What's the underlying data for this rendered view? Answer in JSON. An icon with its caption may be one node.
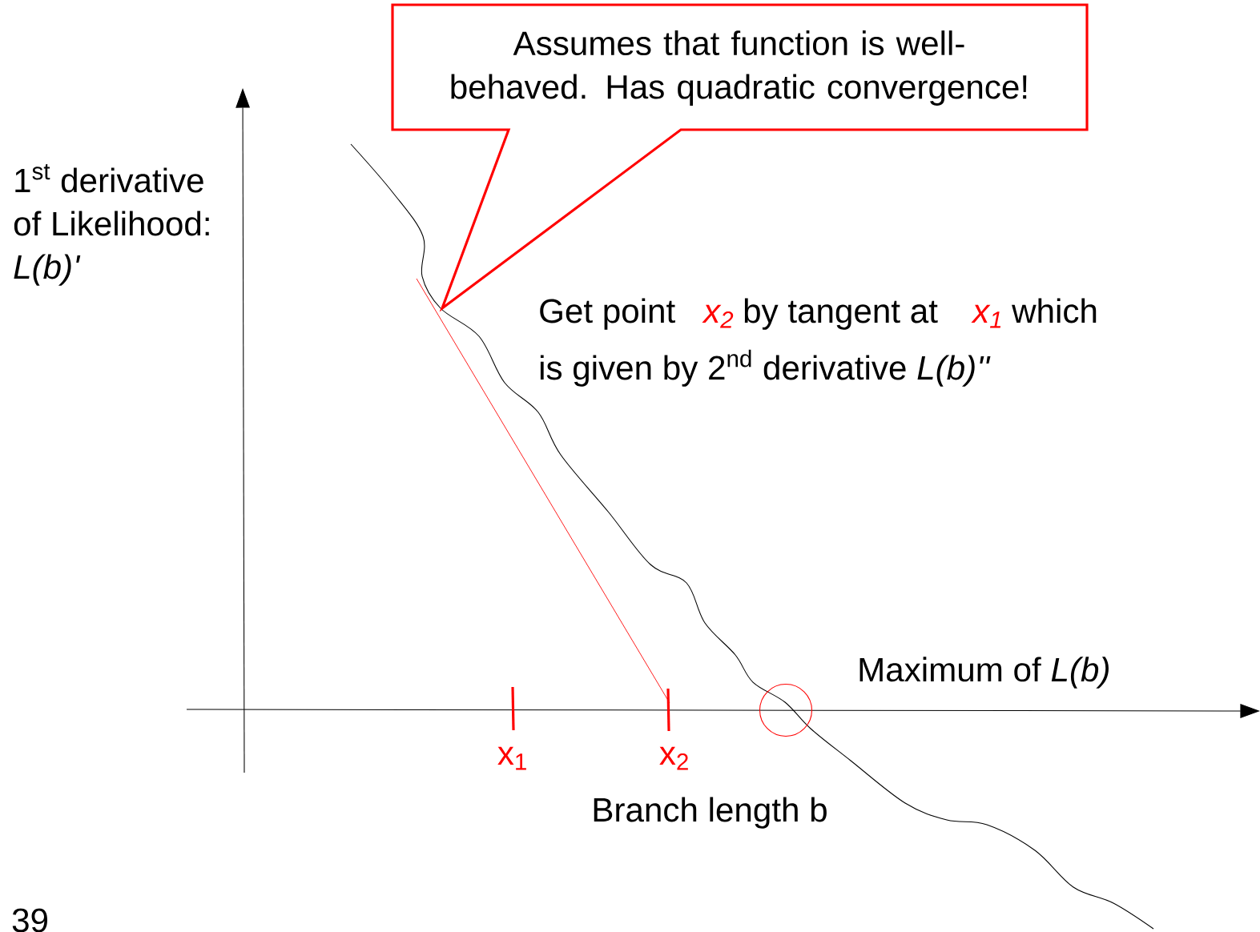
{
  "diagram": {
    "nodes": [
      {
        "text": [
          "Assumes that function is well-behaved. Has quadratic convergence!"
        ]
      },
      {
        "text": [],
        "shape": "circle",
        "beside": [
          "Maximum of *L(b)*"
        ]
      }
    ],
    "labels": [
      "1$^{st}$ derivative",
      "of Likelihood:",
      "L(b)'",
      "Get point",
      "x$_{2}$",
      "by tangent at",
      "x$_{1}$",
      "which",
      "is given by 2$^{nd}$  derivative *L(b)''*",
      "x$_{1}$",
      "x$_{2}$",
      "Branch length b",
      "39"
    ]
  }
}
